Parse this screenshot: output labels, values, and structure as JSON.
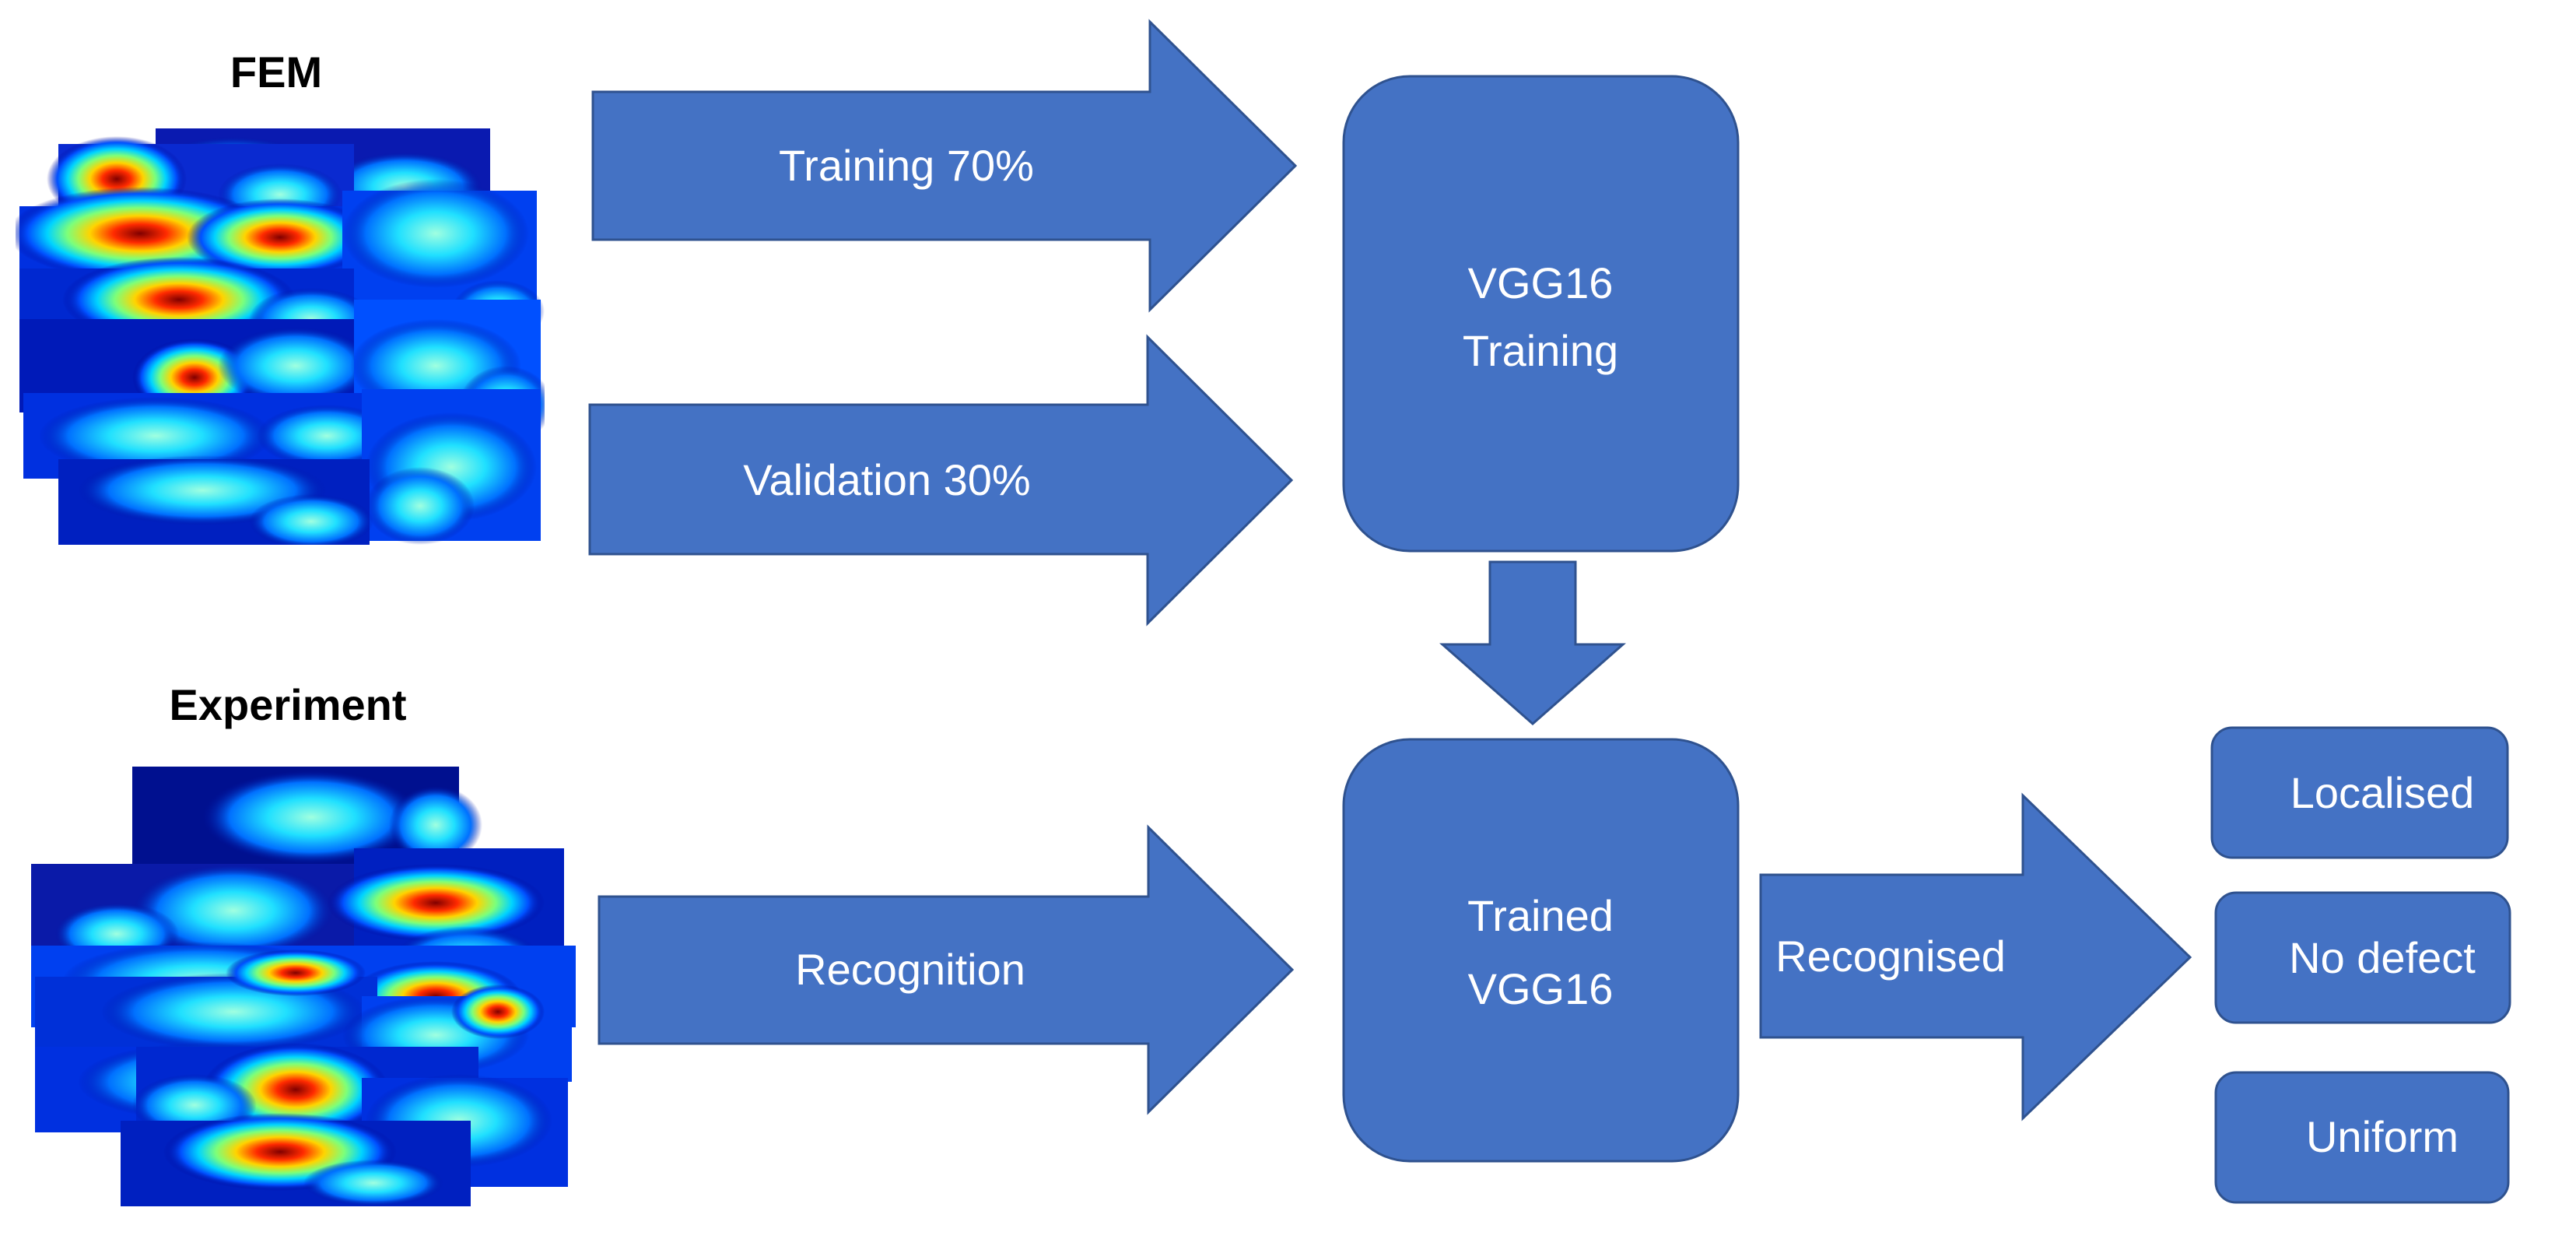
{
  "colors": {
    "accent": "#4472c4",
    "border": "#2f528f",
    "text_on_accent": "#ffffff"
  },
  "fem": {
    "heading": "FEM"
  },
  "experiment": {
    "heading": "Experiment"
  },
  "arrows": {
    "training": "Training 70%",
    "validation": "Validation 30%",
    "recognition": "Recognition",
    "recognised": "Recognised"
  },
  "vgg_training": {
    "line1": "VGG16",
    "line2": "Training"
  },
  "trained_vgg": {
    "line1": "Trained",
    "line2": "VGG16"
  },
  "outcomes": [
    "Localised",
    "No defect",
    "Uniform"
  ]
}
